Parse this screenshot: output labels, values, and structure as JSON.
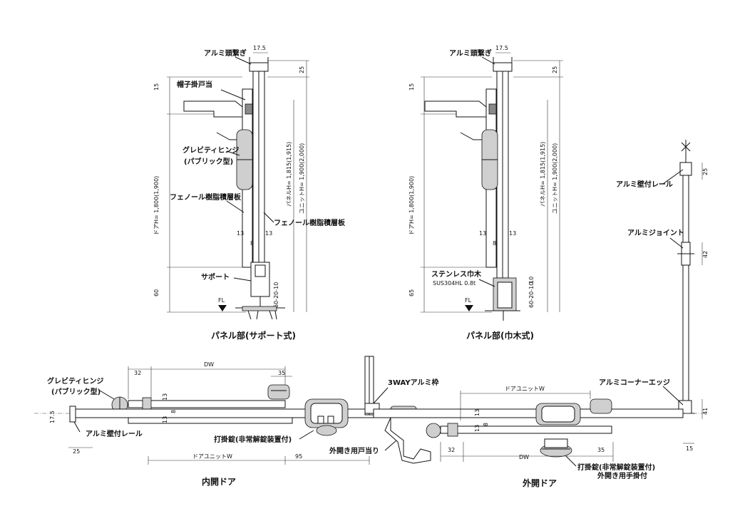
{
  "panel_support": {
    "caption": "パネル部(サポート式)",
    "labels": {
      "alumi_head": "アルミ頭繋ぎ",
      "hat_stop": "帽子掛戸当",
      "hinge": "グレビティヒンジ",
      "hinge_sub": "(パブリック型)",
      "phenol_left": "フェノール樹脂積層板",
      "phenol_right": "フェノール樹脂積層板",
      "support": "サポート",
      "fl": "FL"
    },
    "dims": {
      "top": "17.5",
      "head": "25",
      "fifteen": "15",
      "door_h": "ドアH= 1,800(1,900)",
      "panel_h": "パネルH= 1,815(1,915)",
      "unit_h": "ユニットH= 1,900(2,000)",
      "d13a": "13",
      "d13b": "13",
      "d8": "8",
      "sixty": "60",
      "adj": "60-20-10"
    }
  },
  "panel_baseboard": {
    "caption": "パネル部(巾木式)",
    "labels": {
      "alumi_head": "アルミ頭繋ぎ",
      "stainless": "ステンレス巾木",
      "stainless_spec": "SUS304HL 0.8t",
      "fl": "FL"
    },
    "dims": {
      "top": "17.5",
      "head": "25",
      "fifteen": "15",
      "door_h": "ドアH= 1,800(1,900)",
      "panel_h": "パネルH= 1,815(1,915)",
      "unit_h": "ユニットH= 1,900(2,000)",
      "d13a": "13",
      "d13b": "13",
      "d8": "8",
      "sixty_five": "65",
      "ten": "10",
      "adj": "60-20-10"
    }
  },
  "side_rail": {
    "labels": {
      "rail": "アルミ壁付レール",
      "joint": "アルミジョイント",
      "corner": "アルミコーナーエッジ"
    },
    "dims": {
      "d25": "25",
      "d42": "42",
      "d41": "41",
      "d15": "15"
    }
  },
  "plan_inward": {
    "caption": "内開ドア",
    "labels": {
      "hinge": "グレビティヒンジ",
      "hinge_sub": "(パブリック型)",
      "rail": "アルミ壁付レール",
      "lock": "打掛錠(非常解錠装置付)",
      "frame": "3WAYアルミ枠",
      "outward_stop": "外開き用戸当り"
    },
    "dims": {
      "dw": "DW",
      "d32": "32",
      "d35": "35",
      "d13a": "13",
      "d13b": "13",
      "d8": "8",
      "d17_5": "17.5",
      "d25": "25",
      "unit_w": "ドアユニットW",
      "d95": "95"
    }
  },
  "plan_outward": {
    "caption": "外開ドア",
    "labels": {
      "lock": "打掛錠(非常解錠装置付)",
      "handle": "外開き用手掛付"
    },
    "dims": {
      "unit_w": "ドアユニットW",
      "dw": "DW",
      "d32": "32",
      "d35": "35",
      "d13a": "13",
      "d13b": "13",
      "d8": "8"
    }
  }
}
